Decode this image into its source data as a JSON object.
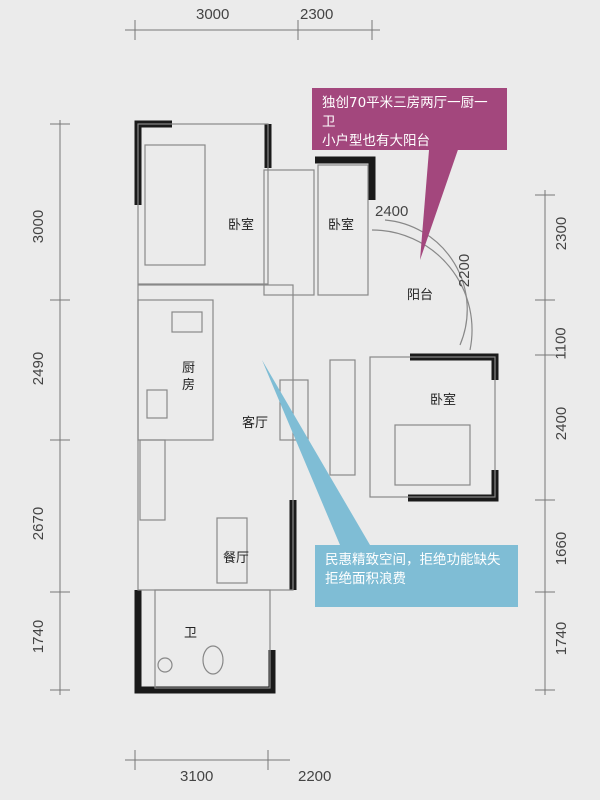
{
  "colors": {
    "background": "#ebebeb",
    "wall": "#1a1a1a",
    "callout_magenta": "#a3477d",
    "callout_blue": "#7fbdd5"
  },
  "dimensions": {
    "top": [
      "3000",
      "2300"
    ],
    "bottom": [
      "3100",
      "2200"
    ],
    "left": [
      "3000",
      "2490",
      "2670",
      "1740"
    ],
    "right": [
      "2300",
      "1100",
      "2400",
      "1660",
      "1740"
    ],
    "inner": [
      "2400",
      "2200"
    ]
  },
  "rooms": {
    "bedroom_1": "卧室",
    "bedroom_2": "卧室",
    "balcony": "阳台",
    "kitchen": "厨房",
    "living_room": "客厅",
    "bedroom_3": "卧室",
    "dining_room": "餐厅",
    "bathroom": "卫"
  },
  "callouts": {
    "top": {
      "line1": "独创70平米三房两厅一厨一卫",
      "line2": "小户型也有大阳台"
    },
    "bottom": {
      "line1": "民惠精致空间，拒绝功能缺失",
      "line2": "拒绝面积浪费"
    }
  }
}
